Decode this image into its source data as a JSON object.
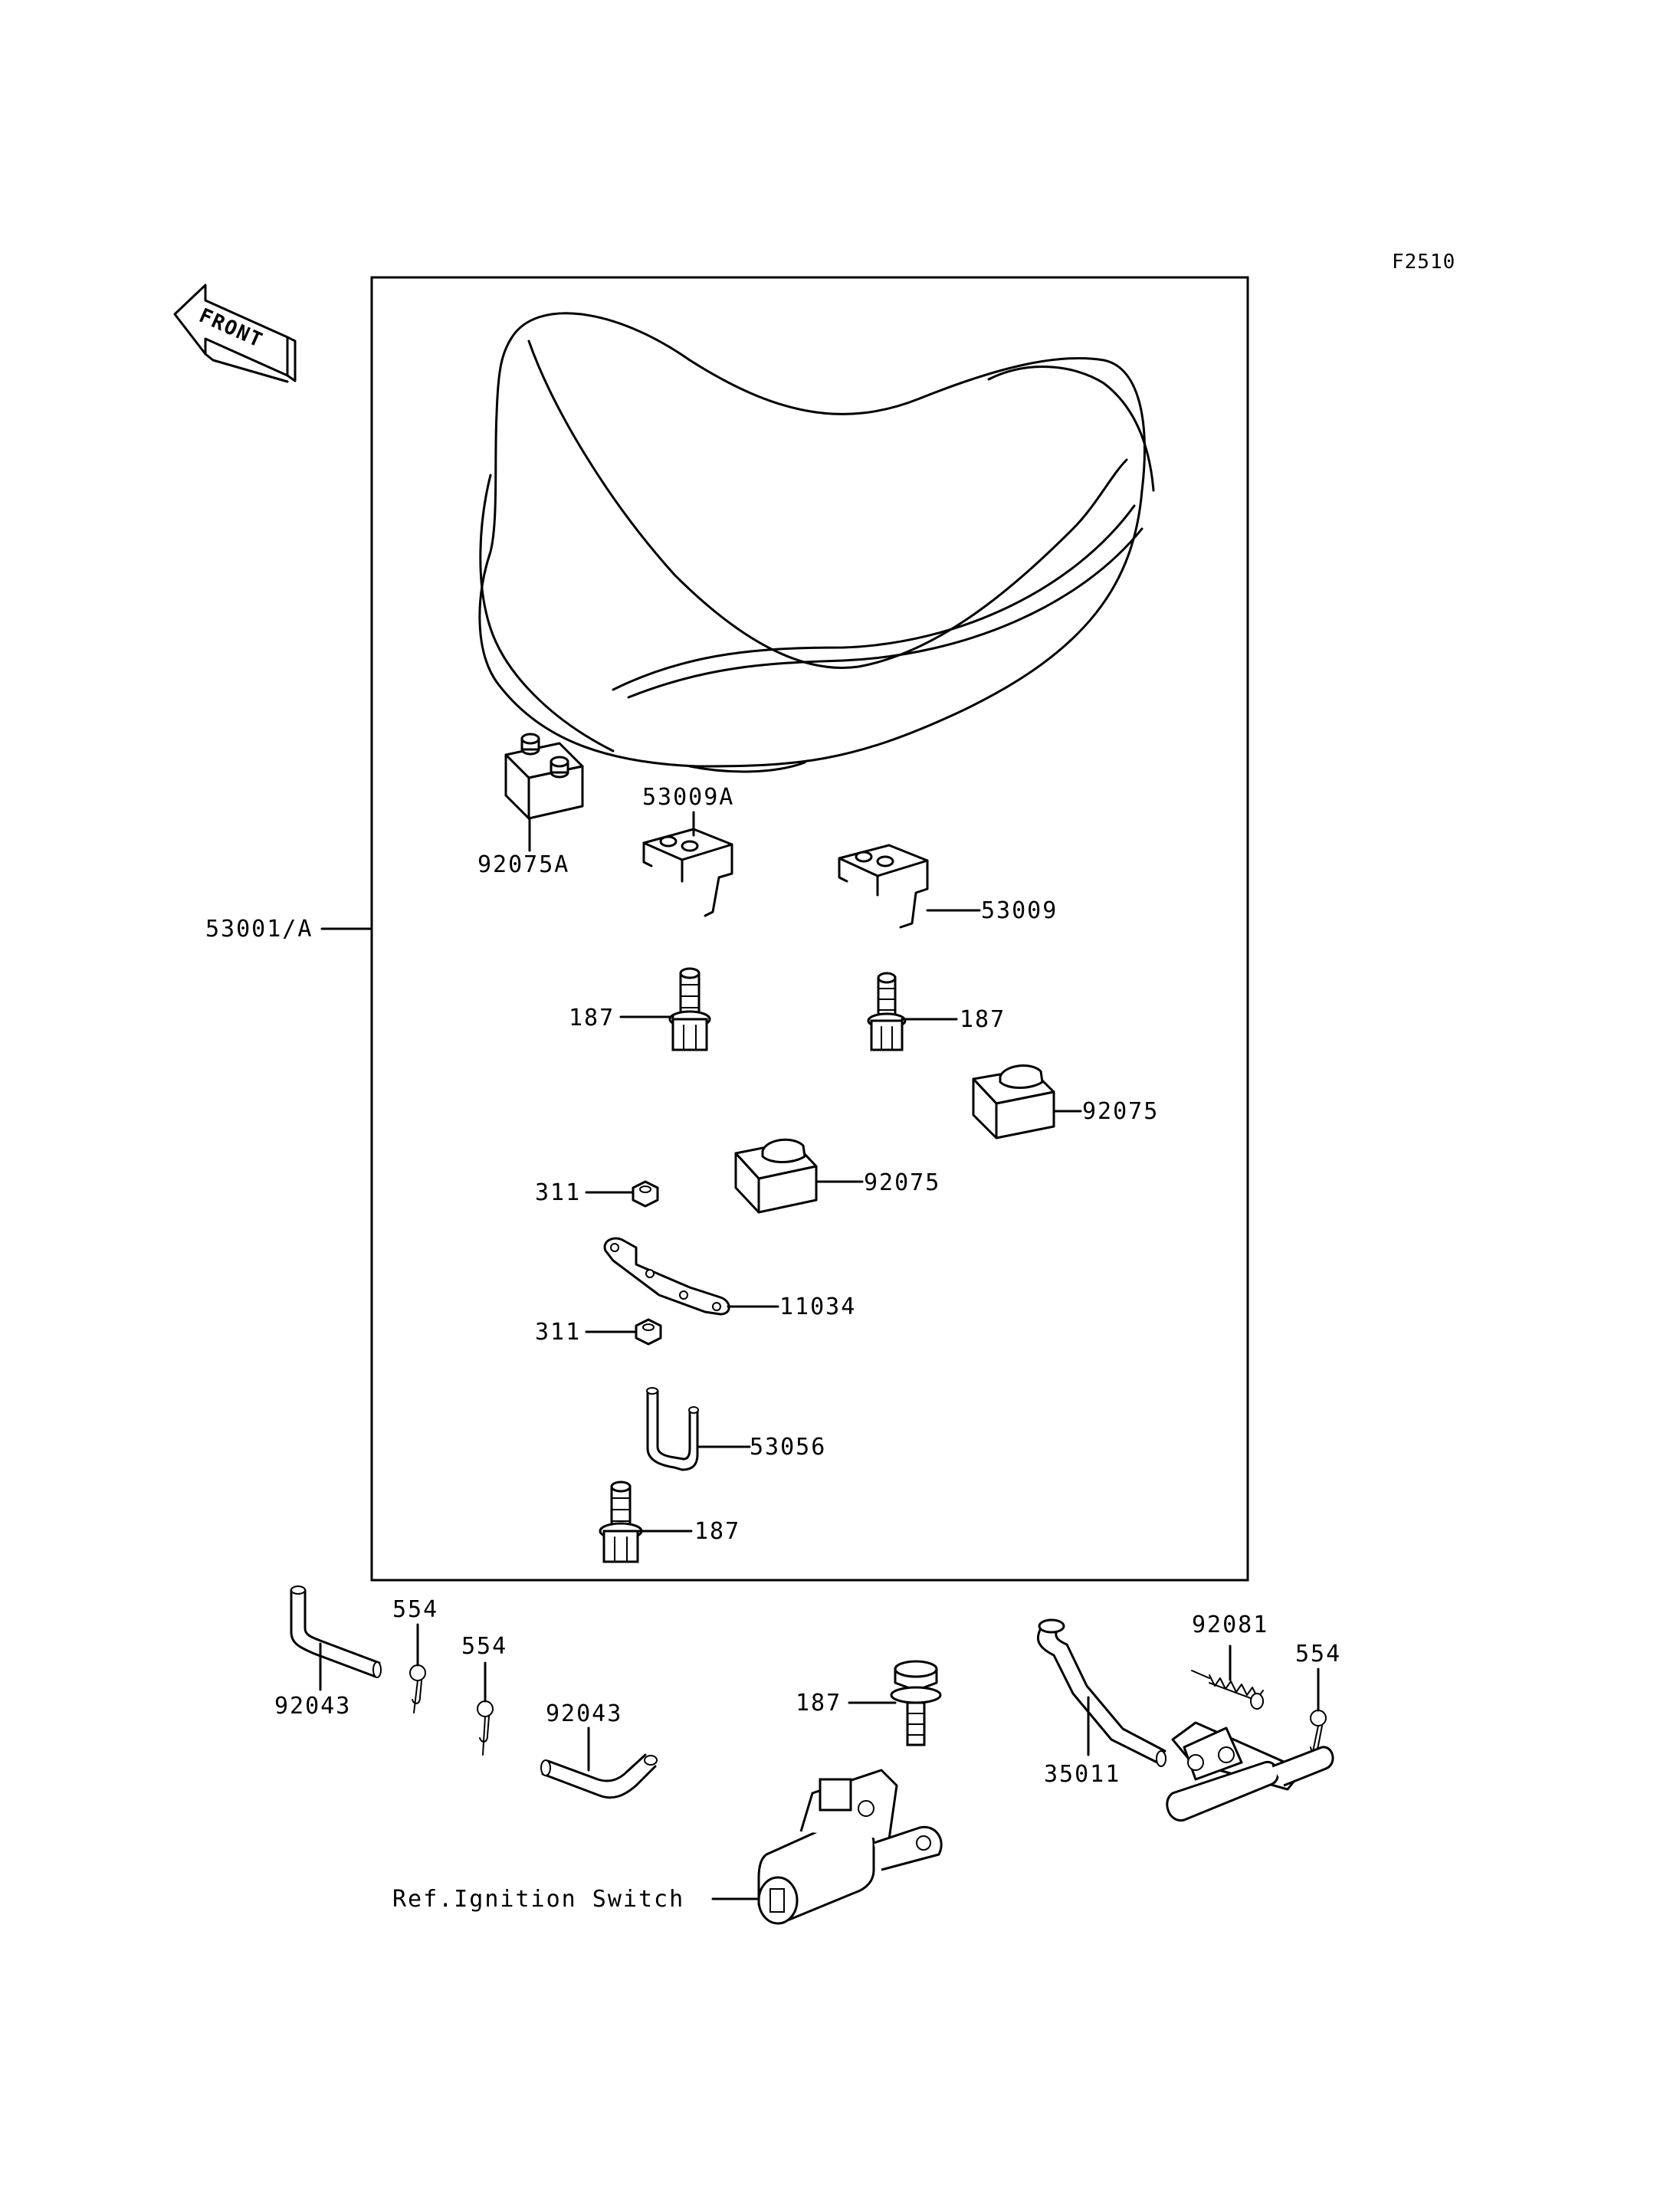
{
  "diagram_code": "F2510",
  "front_label": "FRONT",
  "labels": {
    "seat_assy": "53001/A",
    "damper_a": "92075A",
    "bracket_a": "53009A",
    "bracket": "53009",
    "bolt_1": "187",
    "bolt_2": "187",
    "damper_1": "92075",
    "damper_2": "92075",
    "nut_1": "311",
    "plate": "11034",
    "nut_2": "311",
    "hook": "53056",
    "bolt_3": "187",
    "pipe_1": "92043",
    "pin_1": "554",
    "pin_2": "554",
    "pipe_2": "92043",
    "bolt_4": "187",
    "spring": "92081",
    "pin_3": "554",
    "lever": "35011",
    "ignition_ref": "Ref.Ignition Switch"
  }
}
